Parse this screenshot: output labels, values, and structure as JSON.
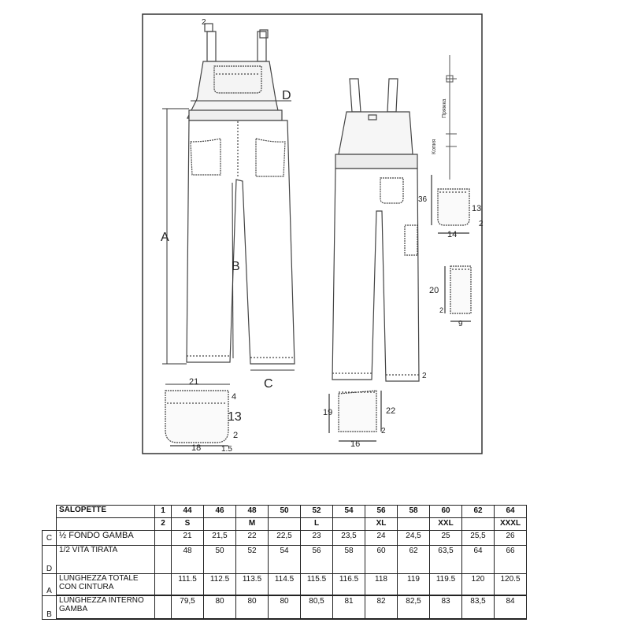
{
  "diagram": {
    "front_labels": {
      "A": "A",
      "B": "B",
      "C": "C",
      "D": "D"
    },
    "dims": {
      "strap_width": "2",
      "leg_width": "21",
      "bib_pocket_top": "4",
      "bib_pocket_height": "13",
      "bib_pocket_bottom": "2",
      "bib_pocket_width": "18",
      "bib_pocket_side": "1.5",
      "back_pocket_height": "13",
      "back_pocket_width": "14",
      "back_pocket_side": "2",
      "back_pocket_position": "36",
      "leg_pocket_height": "20",
      "leg_pocket_width": "9",
      "leg_pocket_side": "2",
      "hem": "2",
      "side_pocket_height_left": "19",
      "side_pocket_height_right": "22",
      "side_pocket_width": "16",
      "side_pocket_bottom": "2"
    },
    "side_labels": {
      "upper": "Пряжка",
      "lower": "Копия"
    }
  },
  "table": {
    "title": "SALOPETTE",
    "sizes_row1": [
      "1",
      "44",
      "46",
      "48",
      "50",
      "52",
      "54",
      "56",
      "58",
      "60",
      "62",
      "64"
    ],
    "sizes_row2": [
      "2",
      "S",
      "",
      "M",
      "",
      "L",
      "",
      "XL",
      "",
      "XXL",
      "",
      "XXXL"
    ],
    "rows": [
      {
        "letter": "C",
        "label": "½ FONDO GAMBA",
        "values": [
          "21",
          "21,5",
          "22",
          "22,5",
          "23",
          "23,5",
          "24",
          "24,5",
          "25",
          "25,5",
          "26"
        ]
      },
      {
        "letter": "D",
        "label": "1/2 VITA TIRATA",
        "values": [
          "48",
          "50",
          "52",
          "54",
          "56",
          "58",
          "60",
          "62",
          "63,5",
          "64",
          "66"
        ]
      },
      {
        "letter": "A",
        "label": "LUNGHEZZA TOTALE CON CINTURA",
        "values": [
          "111.5",
          "112.5",
          "113.5",
          "114.5",
          "115.5",
          "116.5",
          "118",
          "119",
          "119.5",
          "120",
          "120.5"
        ]
      },
      {
        "letter": "B",
        "label": "LUNGHEZZA INTERNO GAMBA",
        "values": [
          "79,5",
          "80",
          "80",
          "80",
          "80,5",
          "81",
          "82",
          "82,5",
          "83",
          "83,5",
          "84"
        ]
      }
    ]
  }
}
